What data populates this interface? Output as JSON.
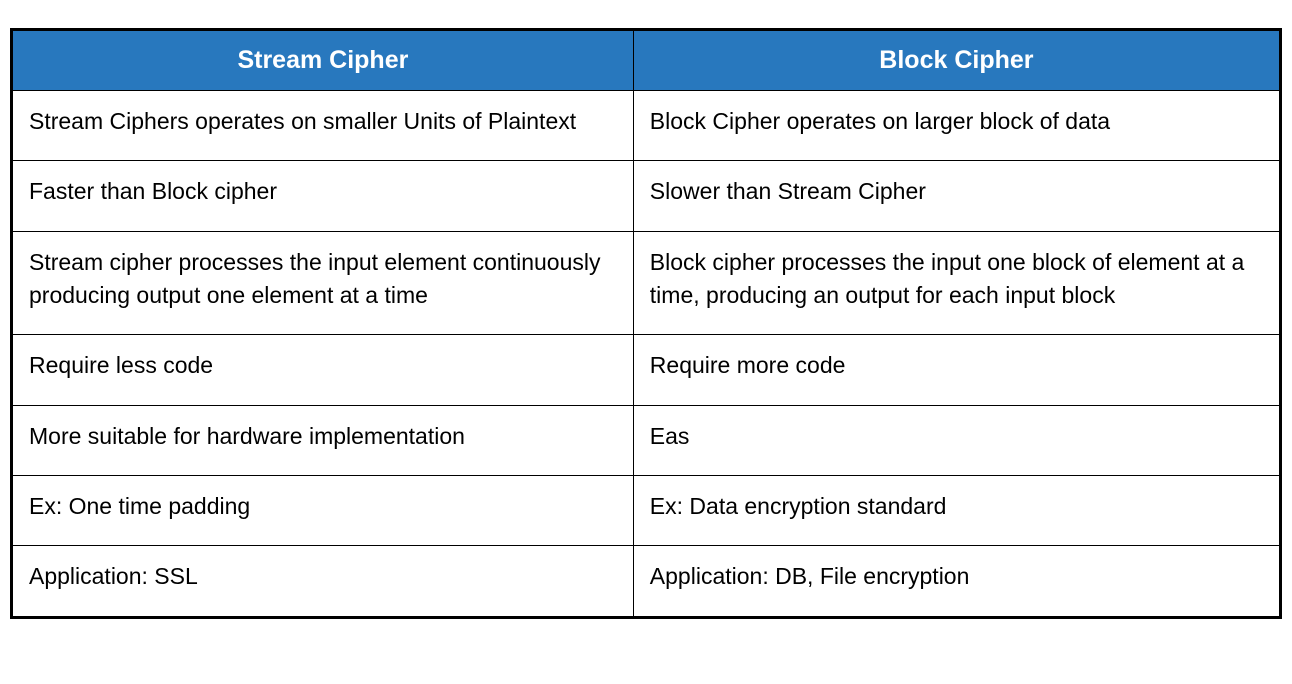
{
  "table": {
    "headers": [
      "Stream Cipher",
      "Block Cipher"
    ],
    "rows": [
      [
        "Stream Ciphers operates on smaller Units of Plaintext",
        "Block Cipher operates on larger block of data"
      ],
      [
        "Faster than Block cipher",
        "Slower than Stream Cipher"
      ],
      [
        "Stream cipher processes the input element continuously producing output one element at a time",
        "Block cipher processes the input one block of element at a time, producing an output for each input block"
      ],
      [
        "Require less code",
        "Require more code"
      ],
      [
        "More suitable for hardware implementation",
        "Eas"
      ],
      [
        "Ex: One time padding",
        "Ex: Data encryption standard"
      ],
      [
        "Application: SSL",
        "Application: DB, File encryption"
      ]
    ],
    "colors": {
      "header_bg": "#2878be",
      "header_text": "#ffffff",
      "border": "#000000",
      "body_text": "#000000",
      "page_bg": "#ffffff"
    }
  }
}
